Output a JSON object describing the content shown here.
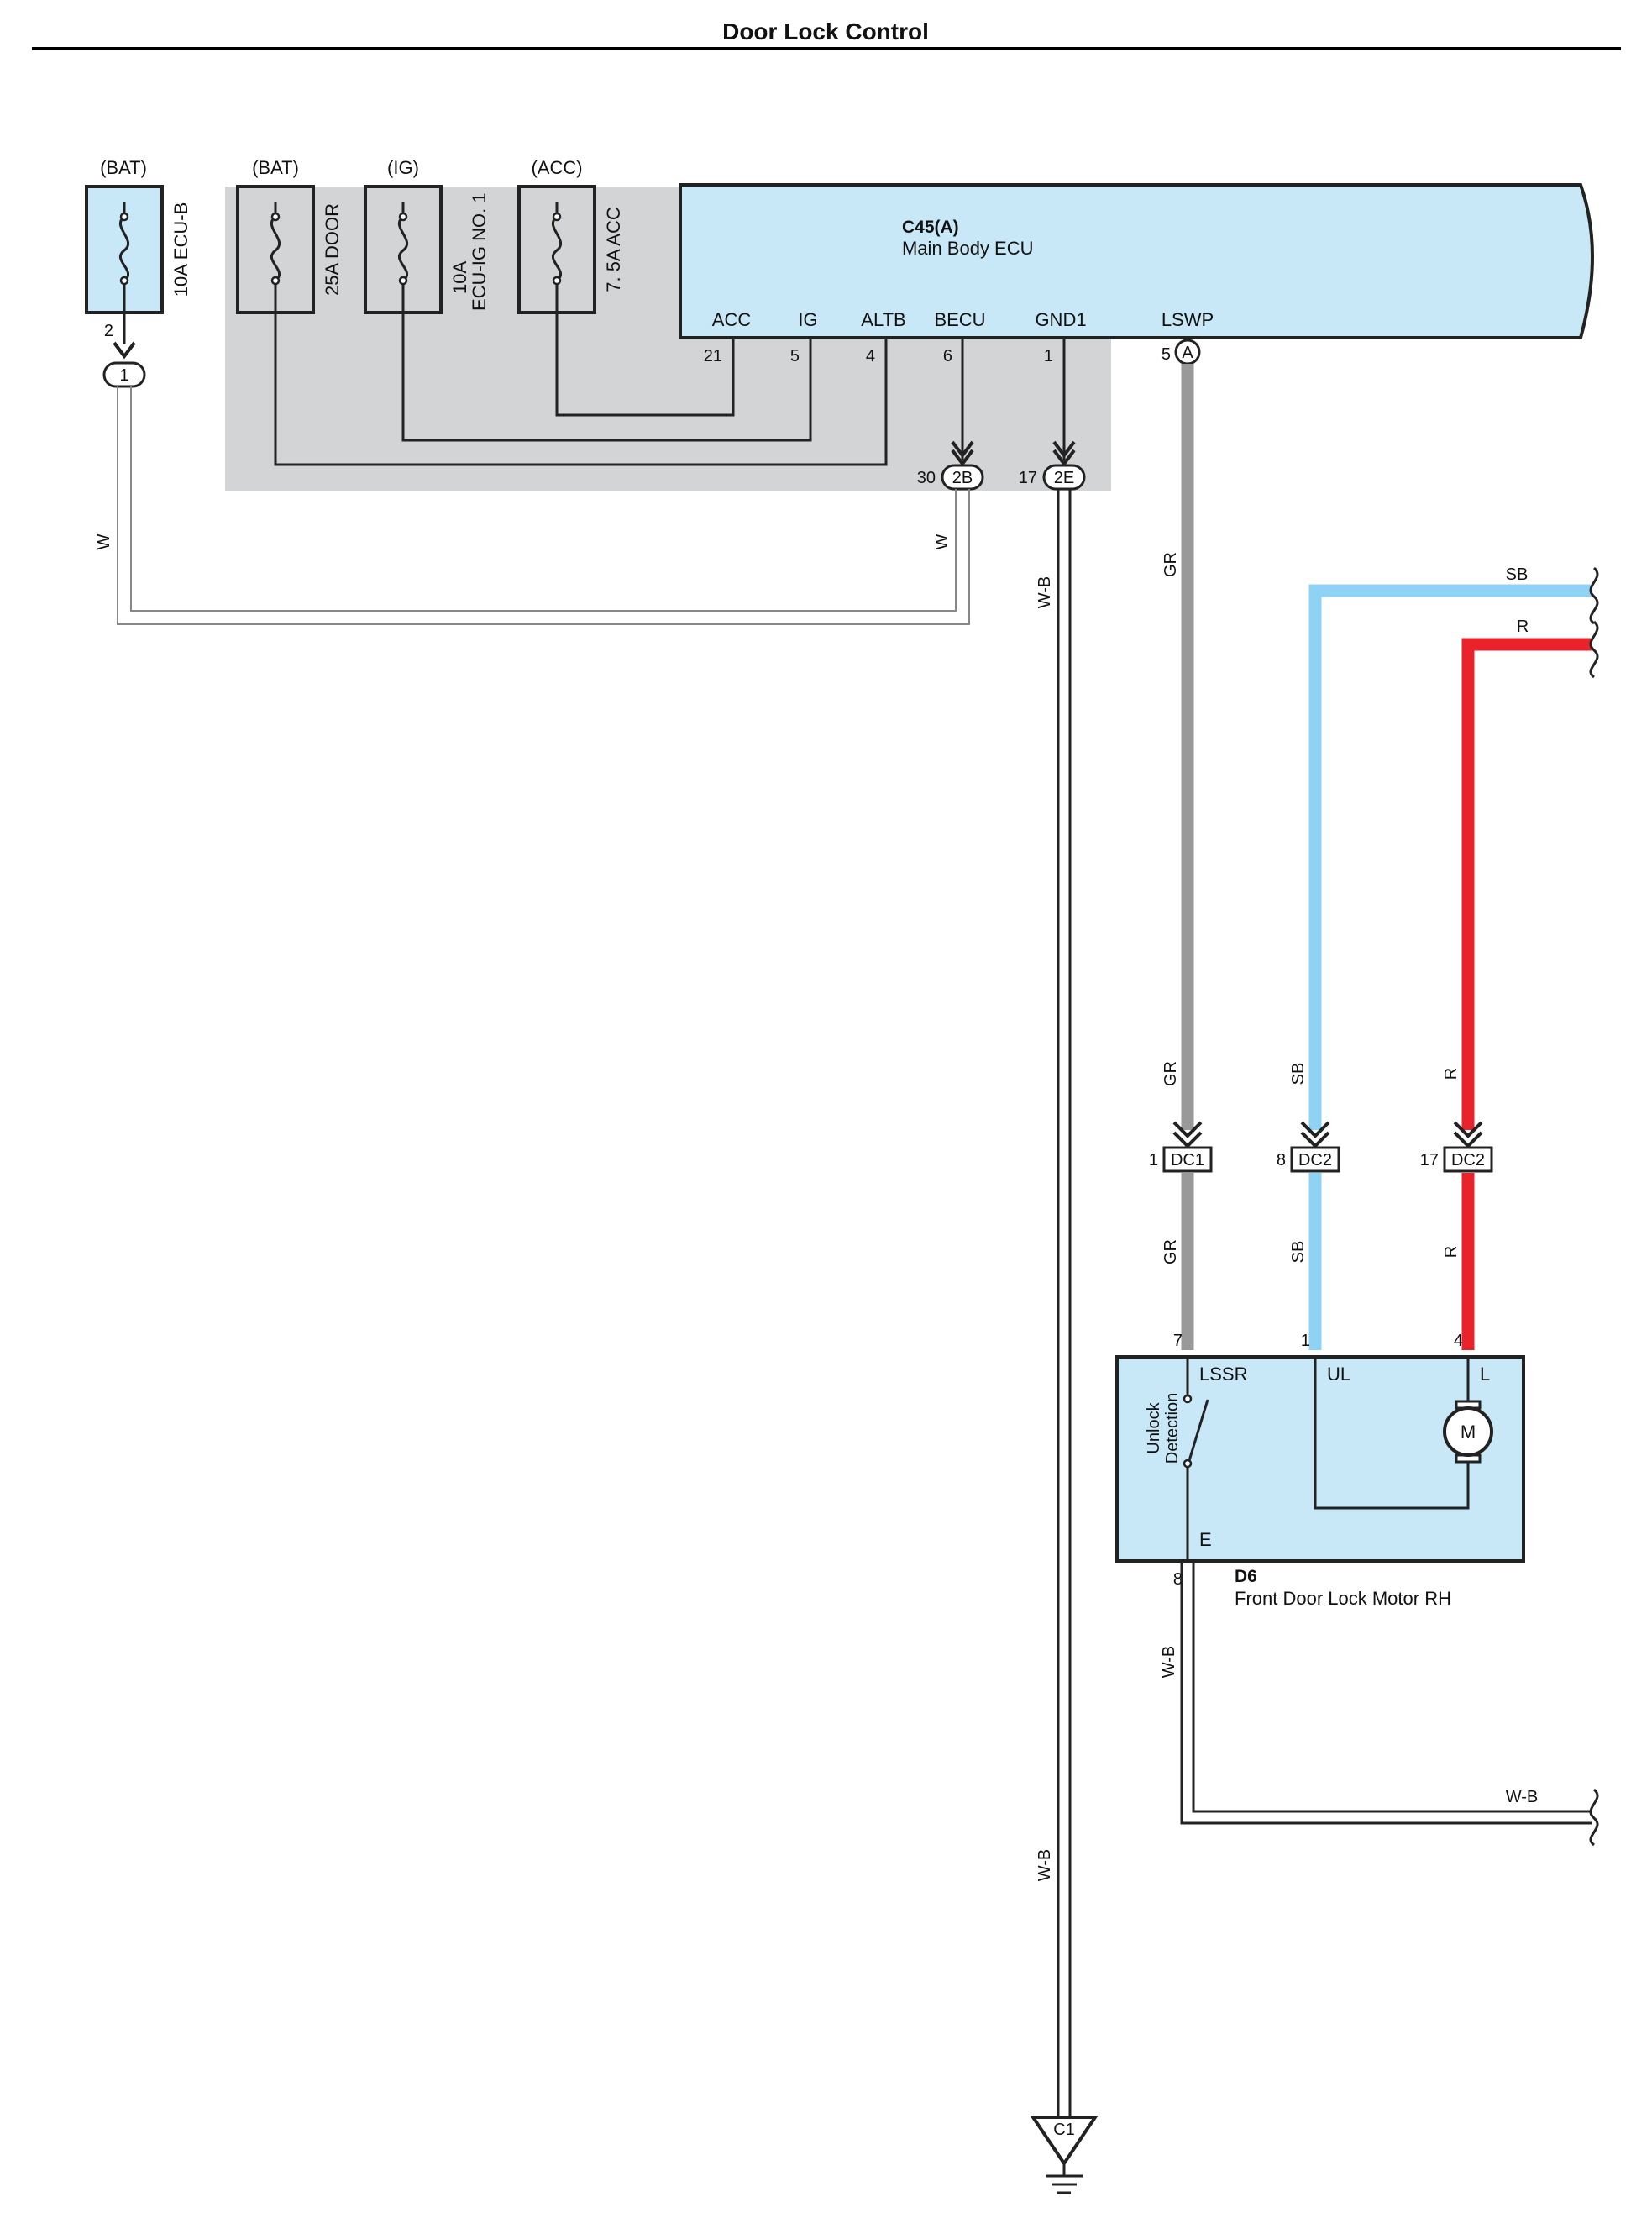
{
  "title": "Door Lock Control",
  "fuses": [
    {
      "supply": "(BAT)",
      "name": "10A ECU-B"
    },
    {
      "supply": "(BAT)",
      "name": "25A DOOR"
    },
    {
      "supply": "(IG)",
      "name_line1": "10A",
      "name_line2": "ECU-IG NO. 1"
    },
    {
      "supply": "(ACC)",
      "name": "7. 5A ACC"
    }
  ],
  "fuse1_pin": "2",
  "junction_1": "1",
  "ecu": {
    "code": "C45(A)",
    "name": "Main Body ECU",
    "terminals": [
      {
        "name": "ACC",
        "pin": "21"
      },
      {
        "name": "IG",
        "pin": "5"
      },
      {
        "name": "ALTB",
        "pin": "4"
      },
      {
        "name": "BECU",
        "pin": "6"
      },
      {
        "name": "GND1",
        "pin": "1"
      },
      {
        "name": "LSWP",
        "pin": "5",
        "connector": "A"
      }
    ]
  },
  "connectors": {
    "c2b": {
      "pin": "30",
      "label": "2B"
    },
    "c2e": {
      "pin": "17",
      "label": "2E"
    },
    "dc1": {
      "pin": "1",
      "label": "DC1"
    },
    "dc2a": {
      "pin": "8",
      "label": "DC2"
    },
    "dc2b": {
      "pin": "17",
      "label": "DC2"
    }
  },
  "wires": {
    "w": "W",
    "wb": "W-B",
    "gr": "GR",
    "sb": "SB",
    "r": "R"
  },
  "motor": {
    "code": "D6",
    "name": "Front Door Lock Motor RH",
    "pins": {
      "lssr": "7",
      "ul": "1",
      "l": "4",
      "e": "8"
    },
    "terminals": {
      "lssr": "LSSR",
      "ul": "UL",
      "l": "L",
      "e": "E"
    },
    "switch_line1": "Unlock",
    "switch_line2": "Detection",
    "motor_symbol": "M"
  },
  "ground": "C1",
  "colors": {
    "ecu_fill": "#c8e8f7",
    "junction_block": "#d3d4d6",
    "wire_gray": "#999999",
    "wire_sky_blue": "#8fd3f4",
    "wire_red": "#e8232c"
  }
}
